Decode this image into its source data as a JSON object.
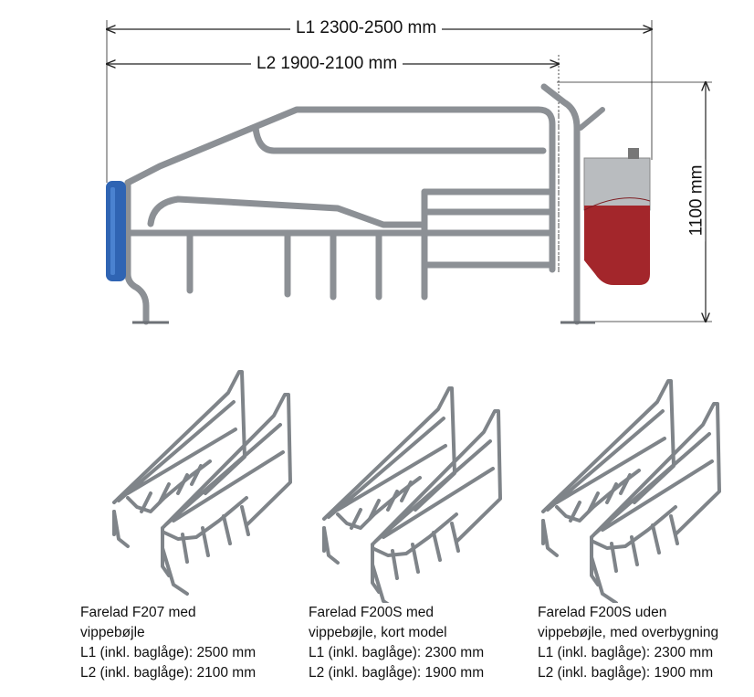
{
  "dimensions": {
    "l1": "L1 2300-2500 mm",
    "l2": "L2 1900-2100 mm",
    "height": "1100 mm"
  },
  "colors": {
    "frame": "#8c9095",
    "feeder_red": "#a3262b",
    "feeder_grey": "#b9bcbf",
    "blue_feeder": "#2f64b3",
    "dimension_line": "#222222"
  },
  "models": [
    {
      "line1": "Farelad F207 med",
      "line2": "vippebøjle",
      "line3": "L1 (inkl. baglåge): 2500 mm",
      "line4": "L2 (inkl. baglåge): 2100 mm"
    },
    {
      "line1": "Farelad F200S med",
      "line2": "vippebøjle, kort model",
      "line3": "L1 (inkl. baglåge): 2300 mm",
      "line4": "L2 (inkl. baglåge): 1900 mm"
    },
    {
      "line1": "Farelad F200S uden",
      "line2": "vippebøjle, med overbygning",
      "line3": "L1 (inkl. baglåge): 2300 mm",
      "line4": "L2 (inkl. baglåge): 1900 mm"
    }
  ]
}
